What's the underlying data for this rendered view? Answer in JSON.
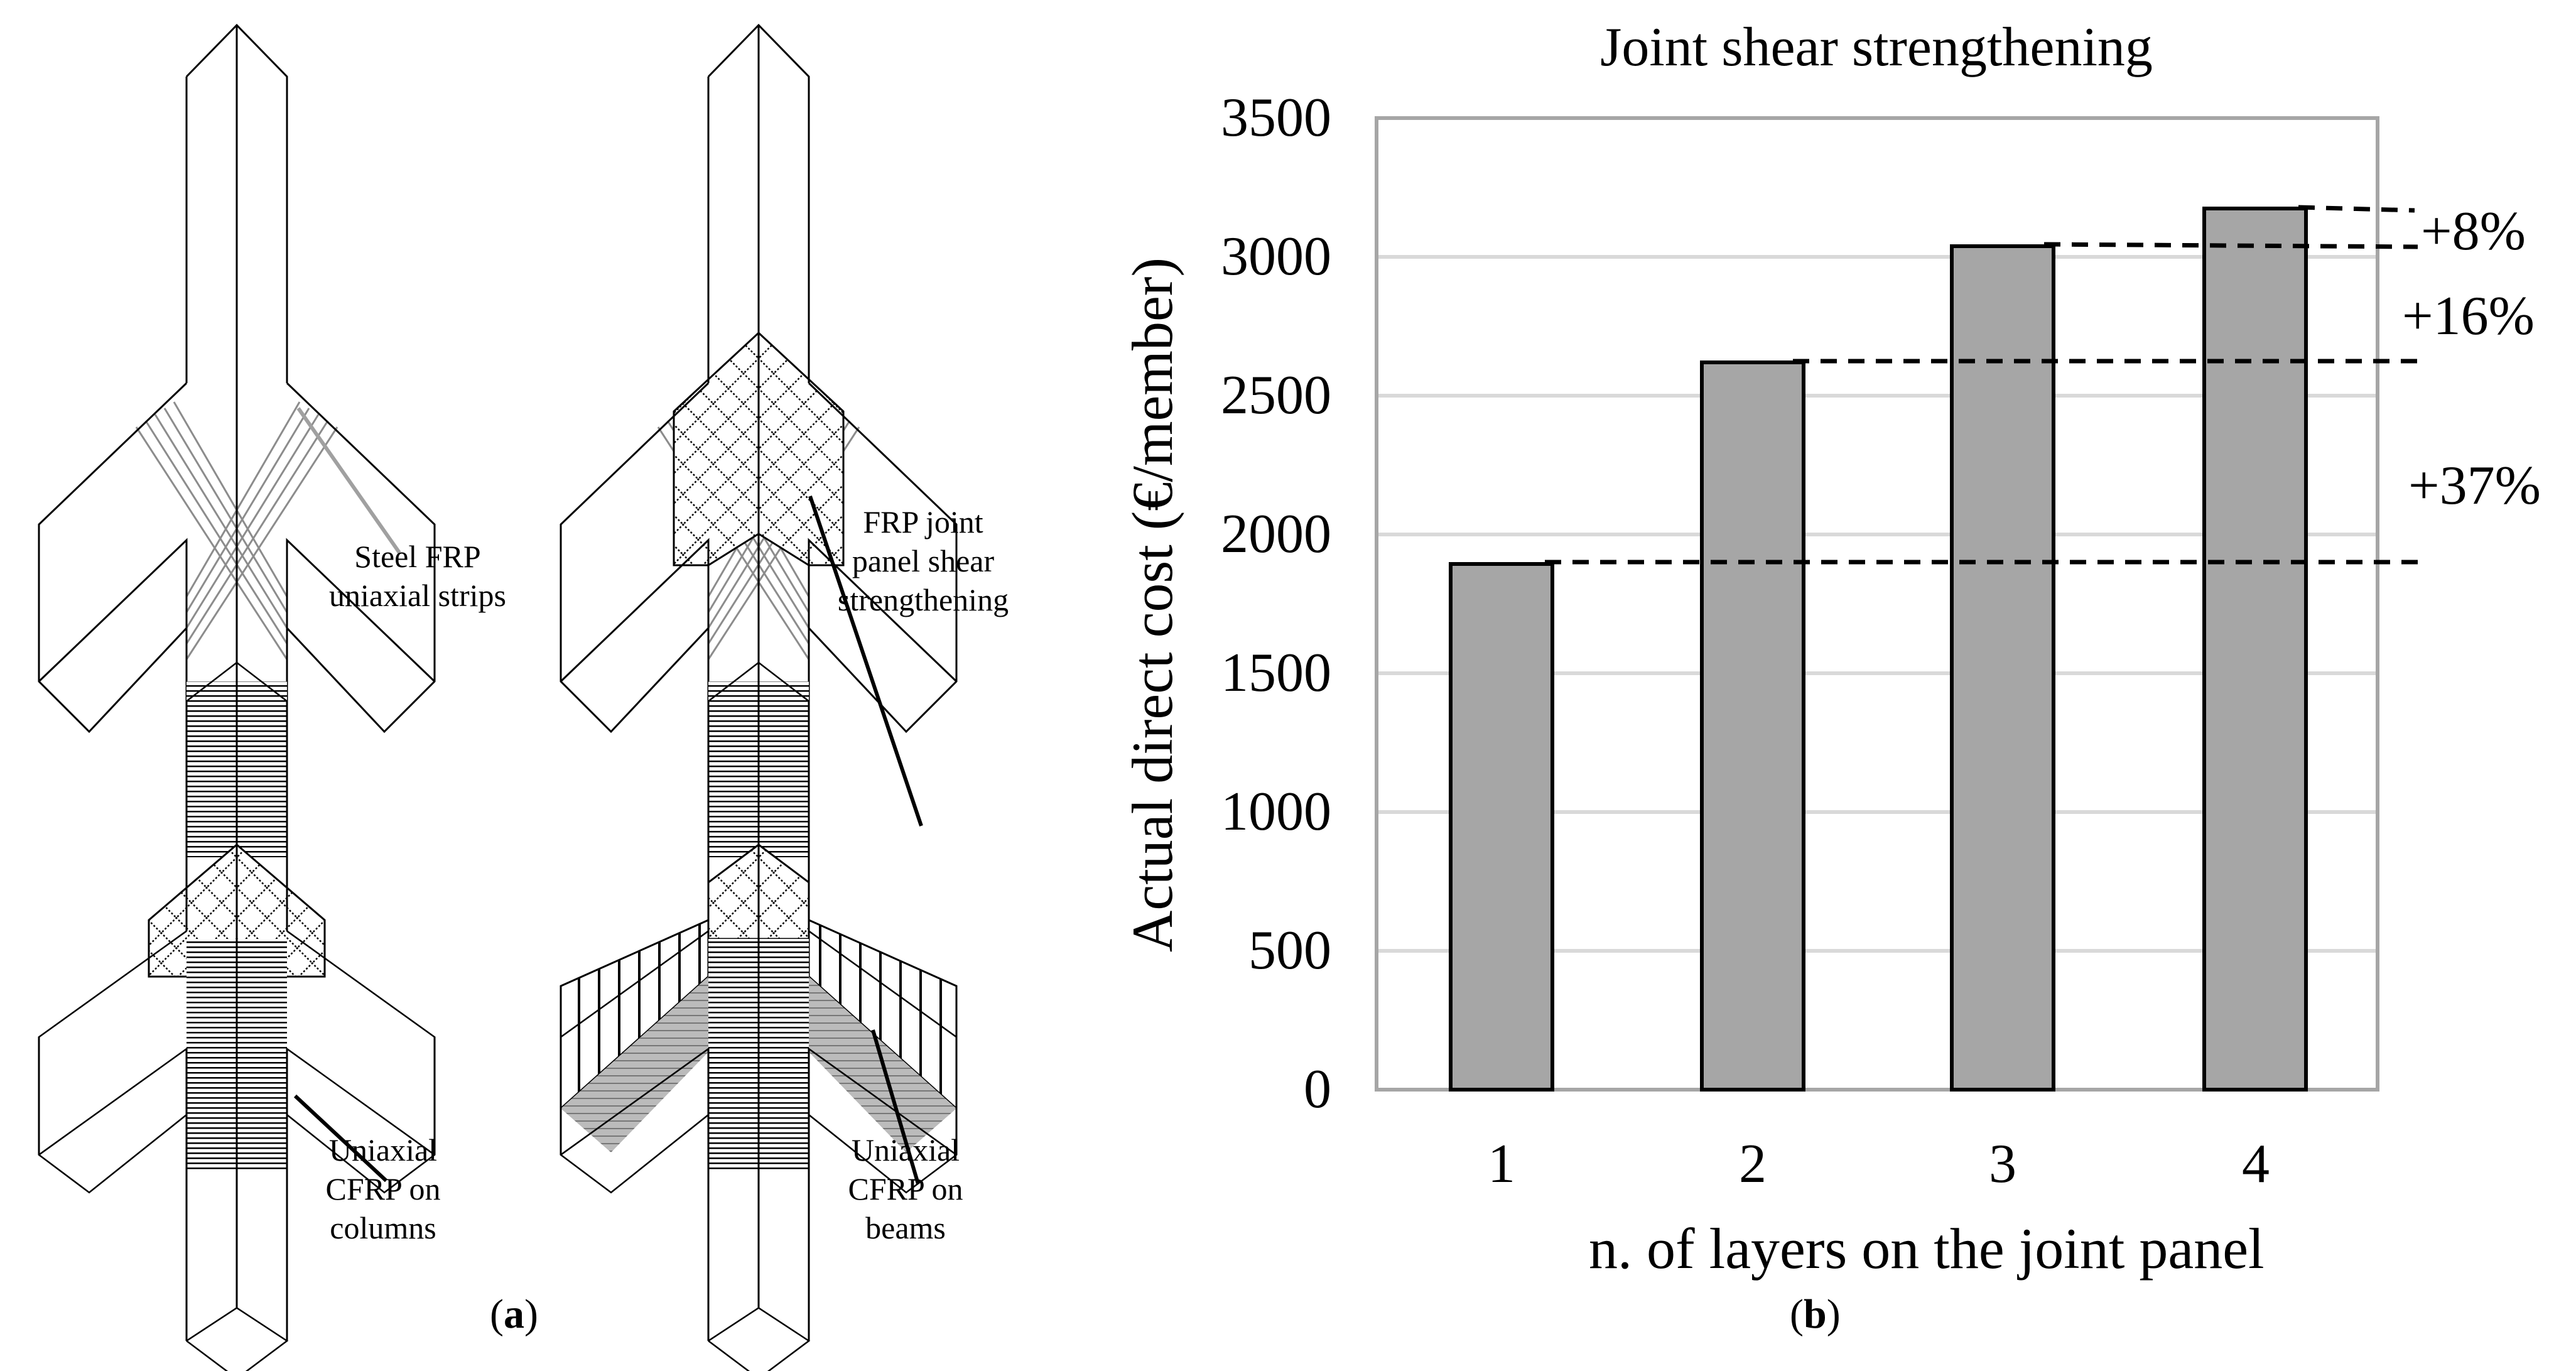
{
  "panel_a": {
    "label_open": "(",
    "label_letter": "a",
    "label_close": ")",
    "details": [
      {
        "id": "steel-frp",
        "lines": [
          "Steel FRP",
          "uniaxial strips"
        ]
      },
      {
        "id": "frp-joint",
        "lines": [
          "FRP joint",
          "panel shear",
          "strengthening"
        ]
      },
      {
        "id": "cfrp-columns",
        "lines": [
          "Uniaxial",
          "CFRP on",
          "columns"
        ]
      },
      {
        "id": "cfrp-beams",
        "lines": [
          "Uniaxial",
          "CFRP on",
          "beams"
        ]
      }
    ]
  },
  "panel_b": {
    "label_open": "(",
    "label_letter": "b",
    "label_close": ")"
  },
  "chart_data": {
    "type": "bar",
    "title": "Joint shear strengthening",
    "xlabel": "n. of layers on the joint panel",
    "ylabel": "Actual direct cost (€/member)",
    "categories": [
      "1",
      "2",
      "3",
      "4"
    ],
    "values": [
      1895,
      2620,
      3040,
      3175
    ],
    "ylim": [
      0,
      3500
    ],
    "yticks": [
      "0",
      "500",
      "1000",
      "1500",
      "2000",
      "2500",
      "3000",
      "3500"
    ],
    "grid": true,
    "legend": null,
    "bar_color": "#a6a6a6",
    "bar_edge_color": "#000000",
    "grid_color": "#d9d9d9",
    "annotations": [
      {
        "text": "+8%",
        "from": "3",
        "to": "4"
      },
      {
        "text": "+16%",
        "from": "2",
        "to": "3"
      },
      {
        "text": "+37%",
        "from": "1",
        "to": "2"
      }
    ]
  }
}
